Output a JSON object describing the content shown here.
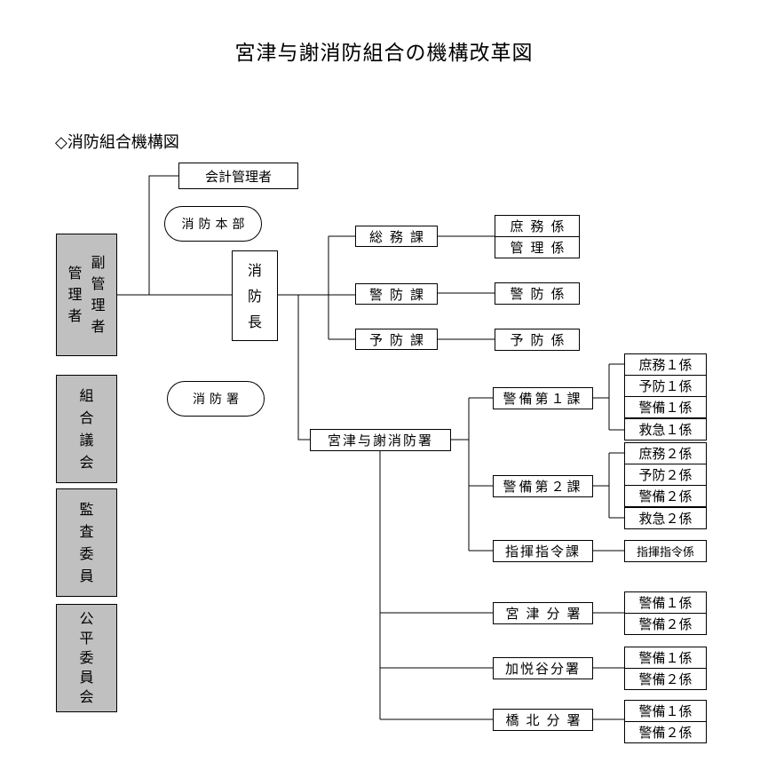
{
  "title": "宮津与謝消防組合の機構改革図",
  "subtitle": "◇消防組合機構図",
  "left_boxes": {
    "manager": [
      "管理者",
      "副管理者"
    ],
    "assembly": "組合議会",
    "audit": "監査委員",
    "equity": "公平委員会"
  },
  "accounting": "会計管理者",
  "oval_hq": "消防本部",
  "oval_station": "消防署",
  "chief": "消防長",
  "hq_divisions": [
    {
      "name": "総務課",
      "units": [
        "庶務係",
        "管理係"
      ]
    },
    {
      "name": "警防課",
      "units": [
        "警防係"
      ]
    },
    {
      "name": "予防課",
      "units": [
        "予防係"
      ]
    }
  ],
  "station": "宮津与謝消防署",
  "station_divisions": [
    {
      "name": "警備第１課",
      "units": [
        "庶務１係",
        "予防１係",
        "警備１係",
        "救急１係"
      ]
    },
    {
      "name": "警備第２課",
      "units": [
        "庶務２係",
        "予防２係",
        "警備２係",
        "救急２係"
      ]
    },
    {
      "name": "指揮指令課",
      "units": [
        "指揮指令係"
      ]
    },
    {
      "name": "宮津分署",
      "units": [
        "警備１係",
        "警備２係"
      ]
    },
    {
      "name": "加悦谷分署",
      "units": [
        "警備１係",
        "警備２係"
      ]
    },
    {
      "name": "橋北分署",
      "units": [
        "警備１係",
        "警備２係"
      ]
    }
  ]
}
